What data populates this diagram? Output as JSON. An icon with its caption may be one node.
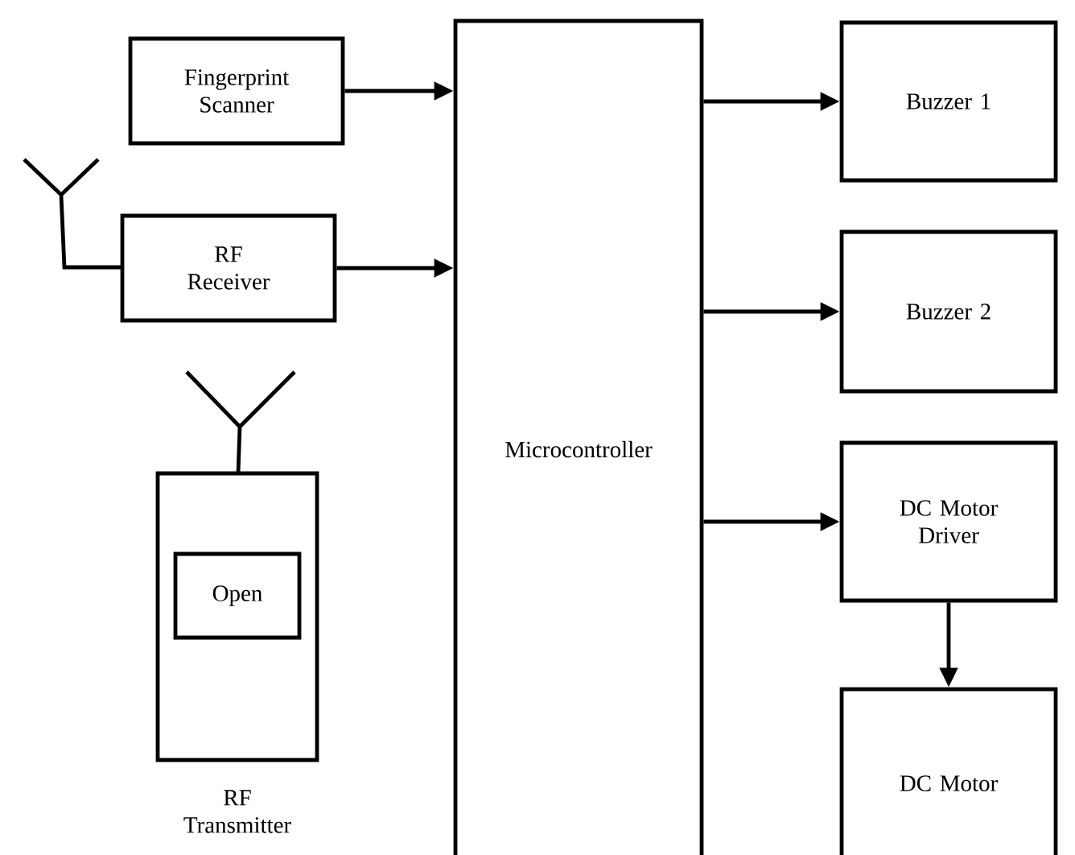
{
  "diagram": {
    "nodes": [
      {
        "text": [
          "Fingerprint Scanner"
        ]
      },
      {
        "text": [
          "RF Receiver"
        ]
      },
      {
        "text": [],
        "shape": "box",
        "beside": [
          "RF Transmitter"
        ]
      },
      {
        "text": [
          "Open"
        ],
        "in": 2
      },
      {
        "text": [
          "Microcontroller"
        ]
      },
      {
        "text": [
          "Buzzer 1"
        ]
      },
      {
        "text": [
          "Buzzer 2"
        ]
      },
      {
        "text": [
          "DC Motor Driver"
        ]
      },
      {
        "text": [
          "DC Motor"
        ]
      }
    ],
    "edges": [
      {
        "from": 0,
        "to": 4,
        "arrow": "to"
      },
      {
        "from": 1,
        "to": 4,
        "arrow": "to"
      },
      {
        "from": 4,
        "to": 5,
        "arrow": "to"
      },
      {
        "from": 4,
        "to": 6,
        "arrow": "to"
      },
      {
        "from": 4,
        "to": 7,
        "arrow": "to"
      },
      {
        "from": 7,
        "to": 8,
        "arrow": "to"
      }
    ]
  }
}
